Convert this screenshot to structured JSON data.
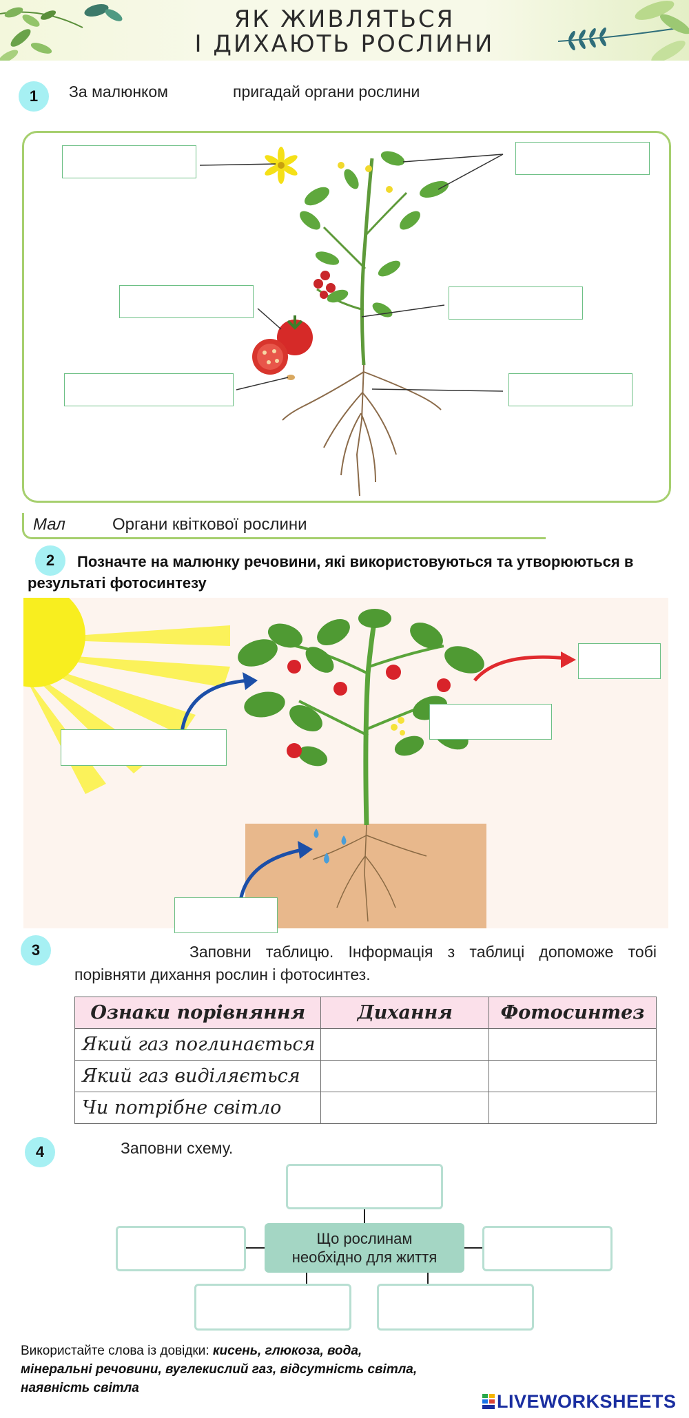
{
  "header": {
    "title_line1": "ЯК ЖИВЛЯТЬСЯ",
    "title_line2": "І ДИХАЮТЬ РОСЛИНИ"
  },
  "task1": {
    "number": "1",
    "text_part1": "За малюнком",
    "text_part2": "пригадай органи рослини",
    "caption_label": "Мал",
    "caption_text": "Органи квіткової рослини"
  },
  "task2": {
    "number": "2",
    "text": "Позначте на малюнку речовини, які використовуються та утворюються в результаті фотосинтезу"
  },
  "task3": {
    "number": "3",
    "text": "Заповни таблицю. Інформація з таблиці допоможе тобі порівняти дихання рослин і фотосинтез.",
    "headers": [
      "Ознаки порівняння",
      "Дихання",
      "Фотосинтез"
    ],
    "rows": [
      "Який газ поглинається",
      "Який газ виділяється",
      "Чи потрібне світло"
    ]
  },
  "task4": {
    "number": "4",
    "text": "Заповни схему.",
    "center_line1": "Що рослинам",
    "center_line2": "необхідно для життя"
  },
  "hint": {
    "prefix": "Використайте слова із довідки: ",
    "words": "кисень, глюкоза, вода, мінеральні речовини, вуглекислий газ, відсутність світла, наявність світла"
  },
  "brand": "LIVEWORKSHEETS",
  "colors": {
    "badge": "#a6f0f3",
    "frame_green": "#a6cf6e",
    "table_header": "#fbe0ea",
    "scheme_center": "#a4d6c4",
    "scheme_border": "#b8dfd2"
  }
}
